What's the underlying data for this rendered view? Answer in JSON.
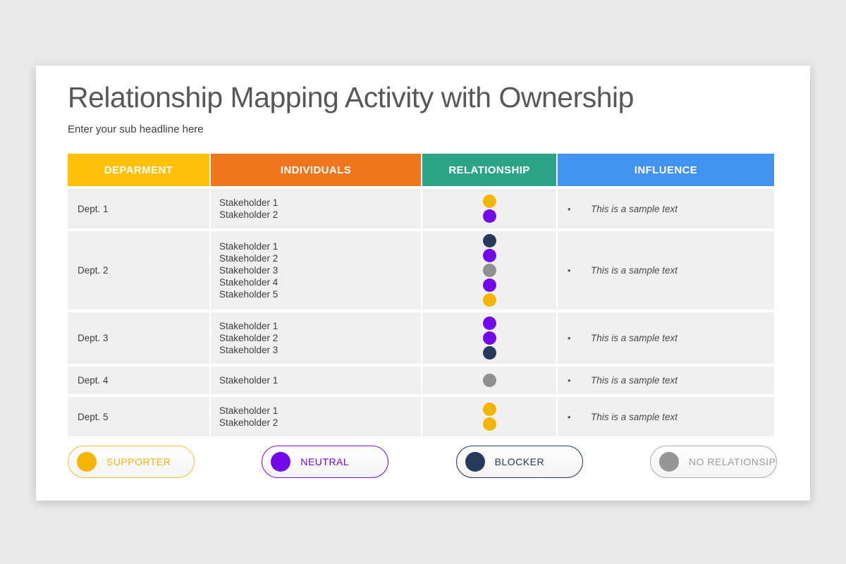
{
  "page": {
    "title": "Relationship Mapping Activity with Ownership",
    "subtitle": "Enter your sub headline here"
  },
  "table": {
    "bullet_char": "•",
    "headers": [
      {
        "label": "DEPARMENT",
        "color": "#fec107"
      },
      {
        "label": "INDIVIDUALS",
        "color": "#f0751d"
      },
      {
        "label": "RELATIONSHIP",
        "color": "#2ba48a"
      },
      {
        "label": "INFLUENCE",
        "color": "#4293f0"
      }
    ],
    "rows": [
      {
        "department": "Dept. 1",
        "stakeholders": [
          "Stakeholder 1",
          "Stakeholder 2"
        ],
        "relationships": [
          "supporter",
          "neutral"
        ],
        "influence": "This is a sample text"
      },
      {
        "department": "Dept. 2",
        "stakeholders": [
          "Stakeholder 1",
          "Stakeholder 2",
          "Stakeholder 3",
          "Stakeholder 4",
          "Stakeholder 5"
        ],
        "relationships": [
          "blocker",
          "neutral",
          "no_relationship",
          "neutral",
          "supporter"
        ],
        "influence": "This is a sample text"
      },
      {
        "department": "Dept. 3",
        "stakeholders": [
          "Stakeholder 1",
          "Stakeholder 2",
          "Stakeholder 3"
        ],
        "relationships": [
          "neutral",
          "neutral",
          "blocker"
        ],
        "influence": "This is a sample text"
      },
      {
        "department": "Dept. 4",
        "stakeholders": [
          "Stakeholder 1"
        ],
        "relationships": [
          "no_relationship"
        ],
        "influence": "This is a sample text"
      },
      {
        "department": "Dept. 5",
        "stakeholders": [
          "Stakeholder 1",
          "Stakeholder 2"
        ],
        "relationships": [
          "supporter",
          "supporter"
        ],
        "influence": "This is a sample text"
      }
    ]
  },
  "colors": {
    "supporter": "#f4b504",
    "neutral": "#7309e8",
    "blocker": "#283a5c",
    "no_relationship": "#8f8f8f"
  },
  "legend": [
    {
      "label": "SUPPORTER",
      "key": "supporter",
      "dot_color": "#f4b504",
      "border_color": "#eec331",
      "text_color": "#eeb40e"
    },
    {
      "label": "NEUTRAL",
      "key": "neutral",
      "dot_color": "#7309e8",
      "border_color": "#7c12dc",
      "text_color": "#7209d6"
    },
    {
      "label": "BLOCKER",
      "key": "blocker",
      "dot_color": "#283a5c",
      "border_color": "#2a3c5e",
      "text_color": "#26385a"
    },
    {
      "label": "NO RELATIONSIP",
      "key": "no_relationship",
      "dot_color": "#969696",
      "border_color": "#aeaeae",
      "text_color": "#9b9b9b"
    }
  ]
}
